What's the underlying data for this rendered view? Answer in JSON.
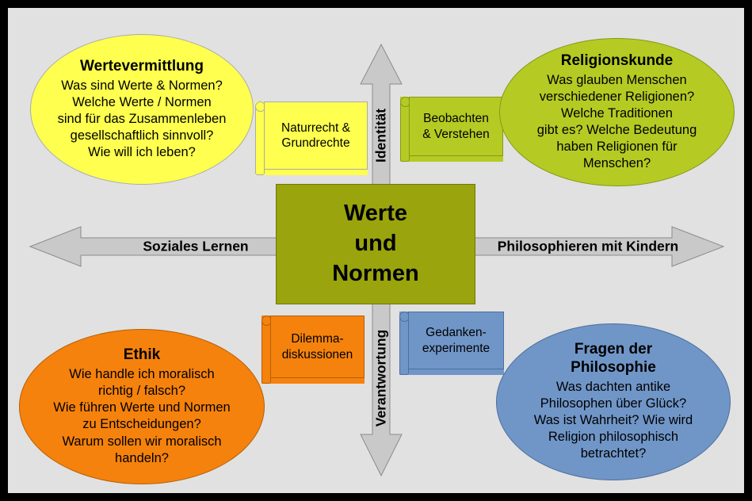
{
  "diagram_title": "Werte und Normen",
  "center": {
    "text": "Werte\nund\nNormen",
    "color": "#9aa40d"
  },
  "axes": {
    "arrow_color": "#c9c9c9",
    "vertical": {
      "top_label": "Identität",
      "bottom_label": "Verantwortung"
    },
    "horizontal": {
      "left_label": "Soziales Lernen",
      "right_label": "Philosophieren mit Kindern"
    }
  },
  "ellipses": [
    {
      "id": "wertevermittlung",
      "title": "Wertevermittlung",
      "body": "Was sind Werte & Normen?\nWelche Werte / Normen\nsind für das Zusammenleben\ngesellschaftlich sinnvoll?\nWie will ich leben?",
      "color": "#feff4f"
    },
    {
      "id": "religionskunde",
      "title": "Religionskunde",
      "body": "Was glauben Menschen\nverschiedener Religionen?\nWelche Traditionen\ngibt es? Welche Bedeutung\nhaben Religionen für\nMenschen?",
      "color": "#b5cb23"
    },
    {
      "id": "ethik",
      "title": "Ethik",
      "body": "Wie handle ich moralisch\nrichtig / falsch?\nWie führen Werte und Normen\nzu Entscheidungen?\nWarum sollen wir moralisch\nhandeln?",
      "color": "#f5820d"
    },
    {
      "id": "fragen-der-philosophie",
      "title": "Fragen der\nPhilosophie",
      "body": "Was dachten antike\nPhilosophen über Glück?\nWas ist Wahrheit? Wie wird\nReligion philosophisch\nbetrachtet?",
      "color": "#7096c8"
    }
  ],
  "scrolls": [
    {
      "id": "naturrecht-grundrechte",
      "text": "Naturrecht &\nGrundrechte",
      "color": "#feff4f"
    },
    {
      "id": "beobachten-verstehen",
      "text": "Beobachten\n& Verstehen",
      "color": "#b5cb23"
    },
    {
      "id": "dilemma-diskussionen",
      "text": "Dilemma-\ndiskussionen",
      "color": "#f5820d"
    },
    {
      "id": "gedanken-experimente",
      "text": "Gedanken-\nexperimente",
      "color": "#7096c8"
    }
  ]
}
